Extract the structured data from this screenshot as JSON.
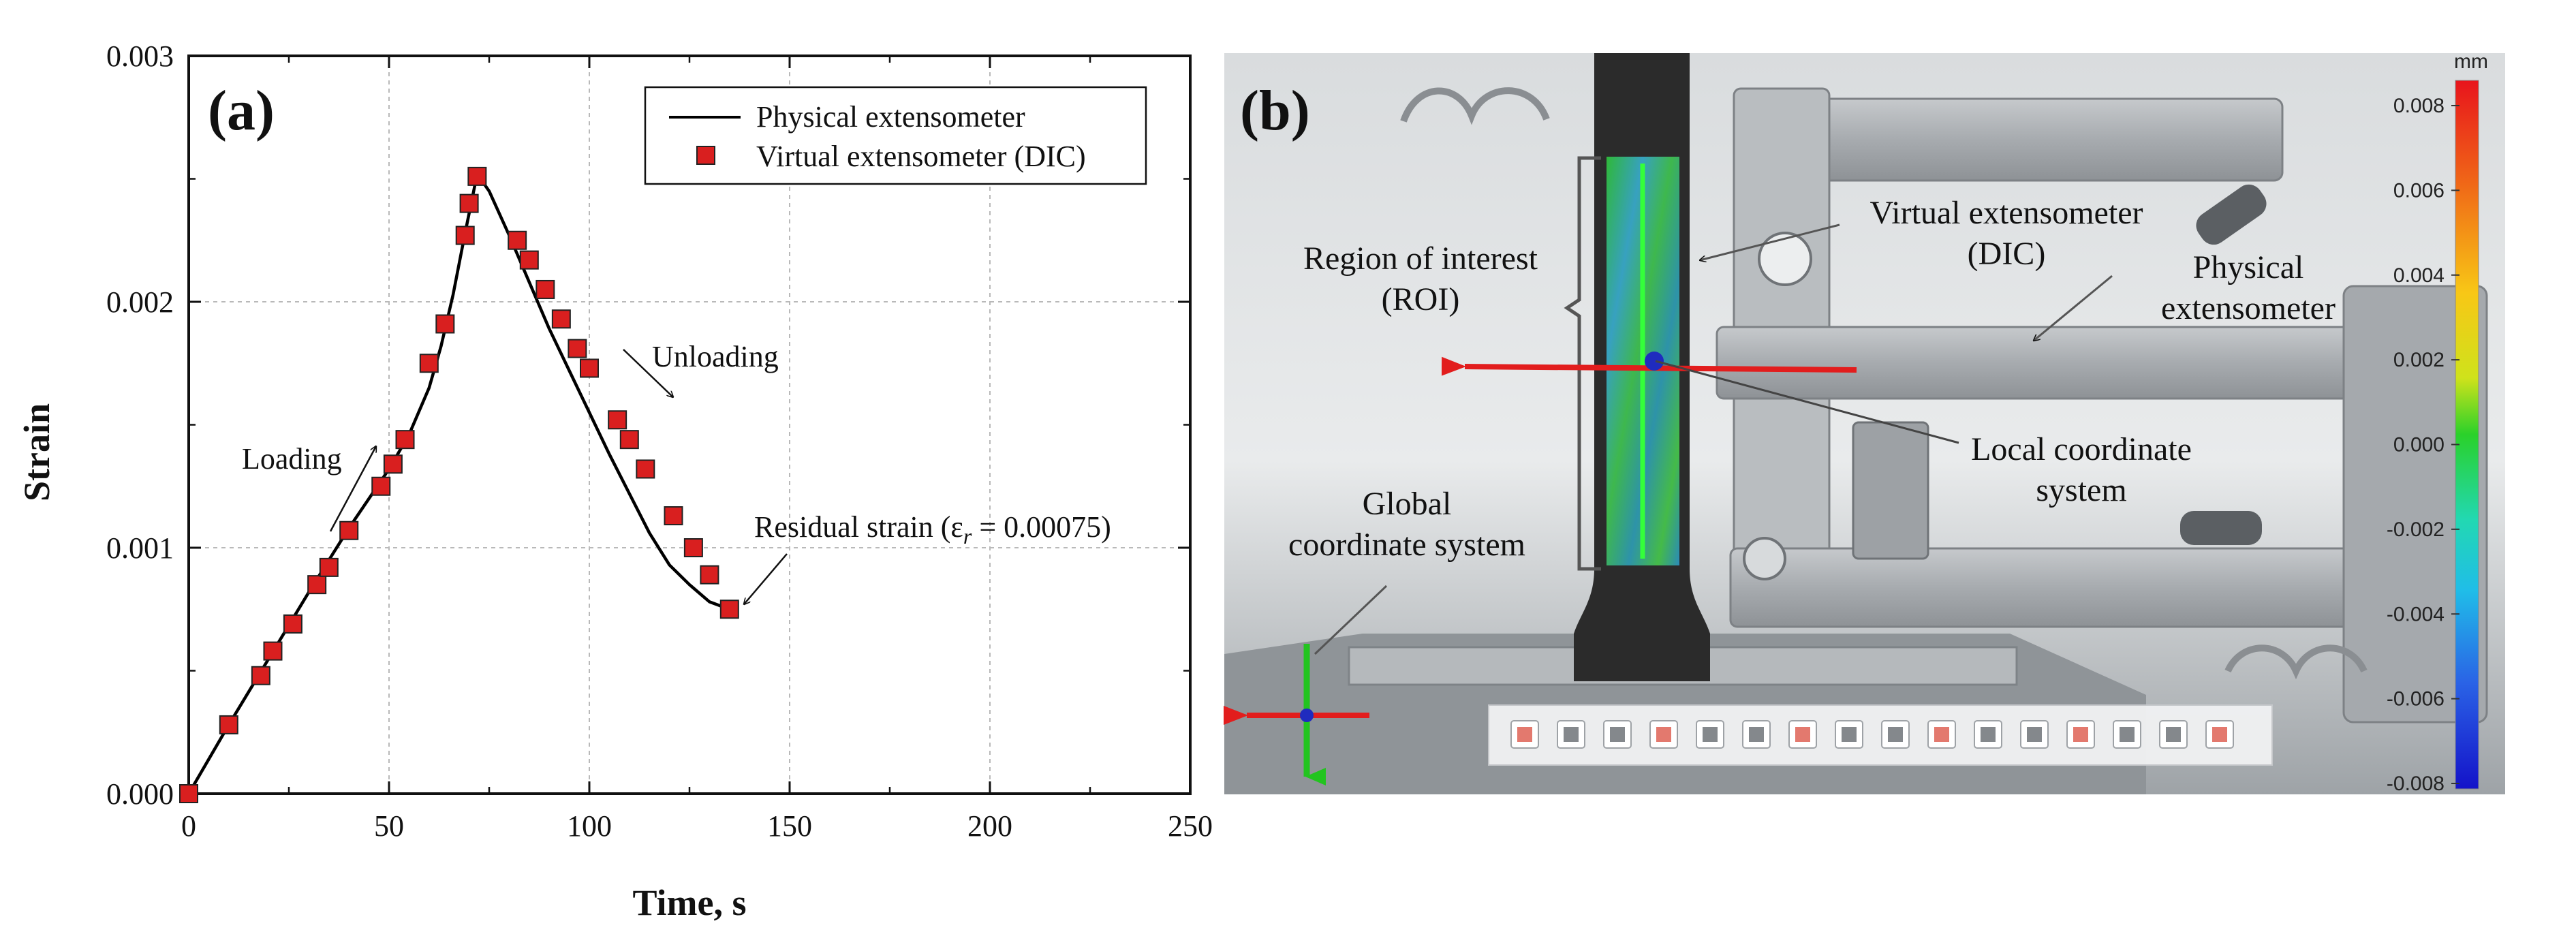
{
  "chart_data": {
    "type": "line",
    "panel_label": "(a)",
    "xlabel": "Time, s",
    "ylabel": "Strain",
    "xlim": [
      0,
      250
    ],
    "ylim": [
      0,
      0.003
    ],
    "x_ticks": [
      "0",
      "50",
      "100",
      "150",
      "200",
      "250"
    ],
    "y_ticks": [
      "0.000",
      "0.001",
      "0.002",
      "0.003"
    ],
    "grid": true,
    "legend_position": "top-right",
    "series": [
      {
        "name": "Physical extensometer",
        "style": "line",
        "color": "#000000",
        "x": [
          0,
          10,
          20,
          30,
          40,
          50,
          55,
          60,
          63,
          66,
          69,
          72,
          75,
          80,
          85,
          90,
          95,
          100,
          105,
          110,
          115,
          120,
          125,
          130,
          135
        ],
        "y": [
          0,
          0.00028,
          0.00055,
          0.00082,
          0.00108,
          0.00132,
          0.00146,
          0.00165,
          0.00182,
          0.00203,
          0.00228,
          0.00252,
          0.00245,
          0.00227,
          0.00208,
          0.00189,
          0.00172,
          0.00155,
          0.00138,
          0.00122,
          0.00106,
          0.00093,
          0.00085,
          0.00078,
          0.00075
        ]
      },
      {
        "name": "Virtual extensometer (DIC)",
        "style": "marker",
        "color": "#d91f1f",
        "x": [
          0,
          10,
          18,
          21,
          26,
          32,
          35,
          40,
          48,
          51,
          54,
          60,
          64,
          69,
          70,
          72,
          82,
          85,
          89,
          93,
          97,
          100,
          107,
          110,
          114,
          121,
          126,
          130,
          135
        ],
        "y": [
          0,
          0.00028,
          0.00048,
          0.00058,
          0.00069,
          0.00085,
          0.00092,
          0.00107,
          0.00125,
          0.00134,
          0.00144,
          0.00175,
          0.00191,
          0.00227,
          0.0024,
          0.00251,
          0.00225,
          0.00217,
          0.00205,
          0.00193,
          0.00181,
          0.00173,
          0.00152,
          0.00144,
          0.00132,
          0.00113,
          0.001,
          0.00089,
          0.00075
        ]
      }
    ],
    "annotations": [
      {
        "text": "Loading"
      },
      {
        "text": "Unloading"
      },
      {
        "text_prefix": "Residual strain (ε",
        "subscript": "r",
        "text_suffix": " = 0.00075)"
      }
    ]
  },
  "panel_b": {
    "label": "(b)",
    "annotations": {
      "virtual_ext_line1": "Virtual extensometer",
      "virtual_ext_line2": "(DIC)",
      "roi_line1": "Region of interest",
      "roi_line2": "(ROI)",
      "physical_line1": "Physical",
      "physical_line2": "extensometer",
      "local_line1": "Local coordinate",
      "local_line2": "system",
      "global_line1": "Global",
      "global_line2": "coordinate  system"
    },
    "colorbar": {
      "unit": "mm",
      "ticks": [
        "0.008",
        "0.006",
        "0.004",
        "0.002",
        "0.000",
        "-0.002",
        "-0.004",
        "-0.006",
        "-0.008"
      ]
    },
    "colors": {
      "background": "#c9ccce",
      "arrow_red": "#e21d1d",
      "axis_green": "#22c41f",
      "specimen": "#2b2b2b"
    }
  }
}
